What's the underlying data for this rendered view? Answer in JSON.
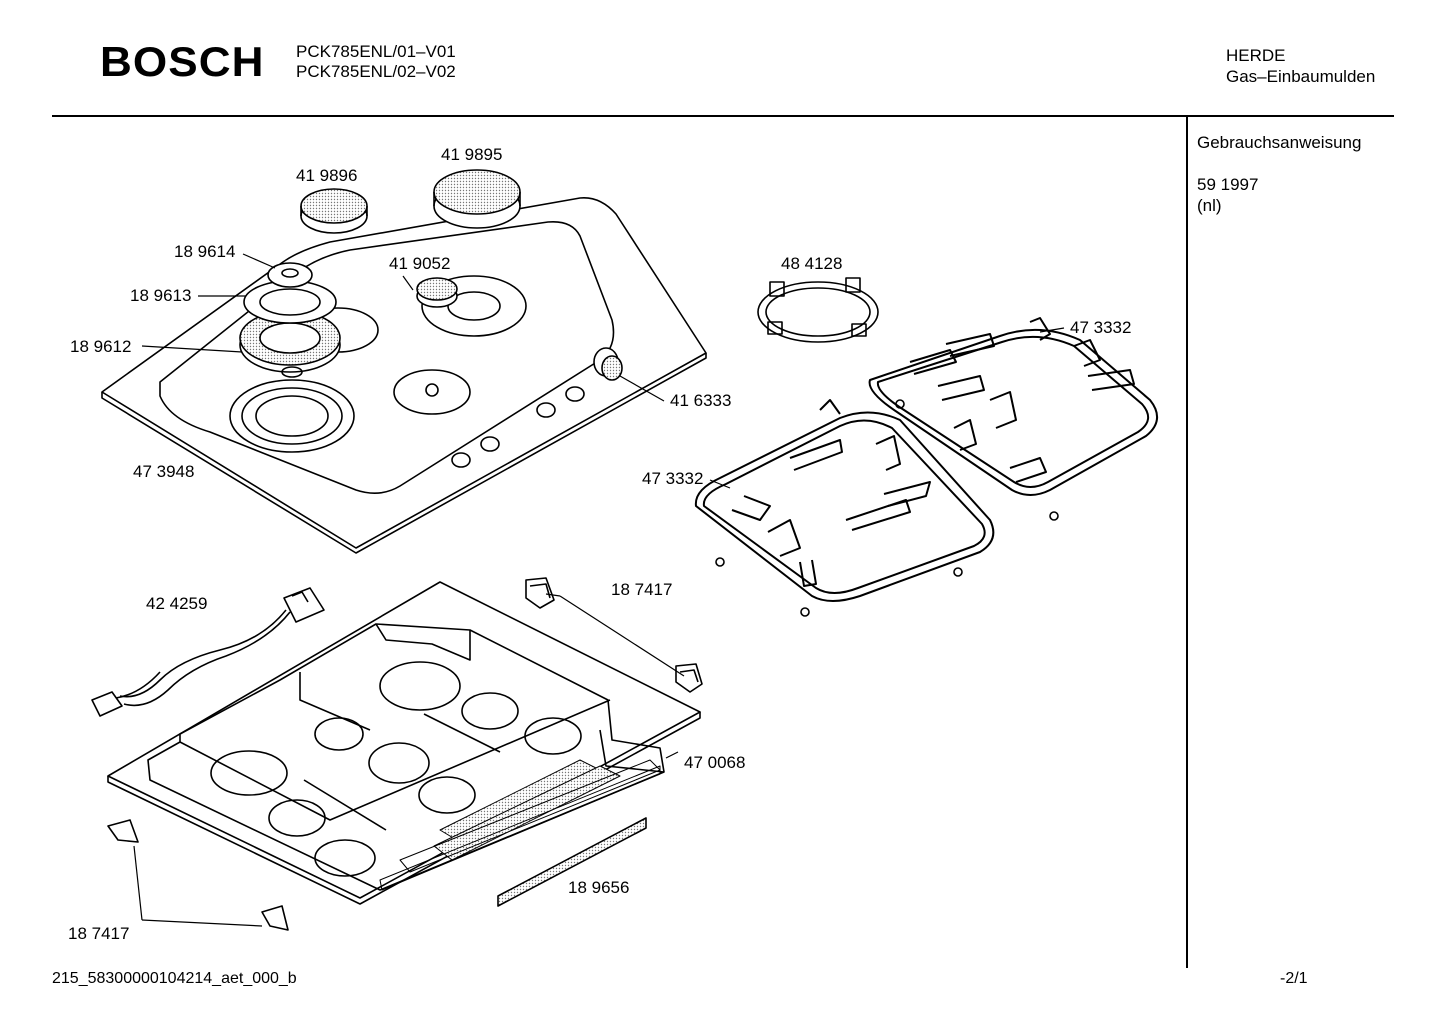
{
  "header": {
    "brand": "BOSCH",
    "models": [
      "PCK785ENL/01–V01",
      "PCK785ENL/02–V02"
    ],
    "category_line1": "HERDE",
    "category_line2": "Gas–Einbaumulden"
  },
  "sidebar": {
    "title": "Gebrauchsanweisung",
    "doc_number": "59 1997",
    "language": "(nl)"
  },
  "parts": {
    "p419895": "41 9895",
    "p419896": "41 9896",
    "p189614": "18 9614",
    "p419052": "41 9052",
    "p189613": "18 9613",
    "p189612": "18 9612",
    "p416333": "41 6333",
    "p473948": "47 3948",
    "p484128": "48 4128",
    "p473332a": "47 3332",
    "p473332b": "47 3332",
    "p424259": "42 4259",
    "p187417a": "18 7417",
    "p470068": "47 0068",
    "p189656": "18 9656",
    "p187417b": "18 7417"
  },
  "footer": {
    "doc_id": "215_58300000104214_aet_000_b",
    "page": "-2/1"
  }
}
